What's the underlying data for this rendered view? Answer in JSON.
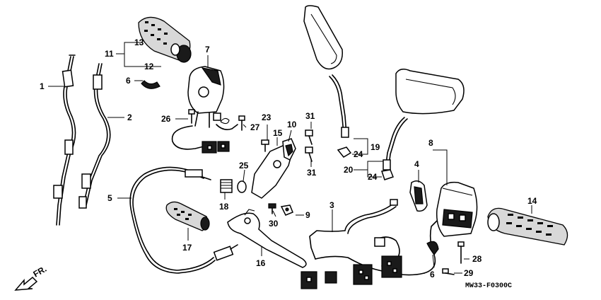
{
  "diagram_code": "MW33-F0300C",
  "direction_label": "FR.",
  "callouts": {
    "c1": "1",
    "c2": "2",
    "c3": "3",
    "c4": "4",
    "c5": "5",
    "c6a": "6",
    "c6b": "6",
    "c7": "7",
    "c8": "8",
    "c9": "9",
    "c10": "10",
    "c11": "11",
    "c12": "12",
    "c13": "13",
    "c14": "14",
    "c15": "15",
    "c16": "16",
    "c17": "17",
    "c18": "18",
    "c19": "19",
    "c20": "20",
    "c23": "23",
    "c24a": "24",
    "c24b": "24",
    "c25": "25",
    "c26": "26",
    "c27": "27",
    "c28": "28",
    "c29": "29",
    "c30": "30",
    "c31a": "31",
    "c31b": "31"
  }
}
